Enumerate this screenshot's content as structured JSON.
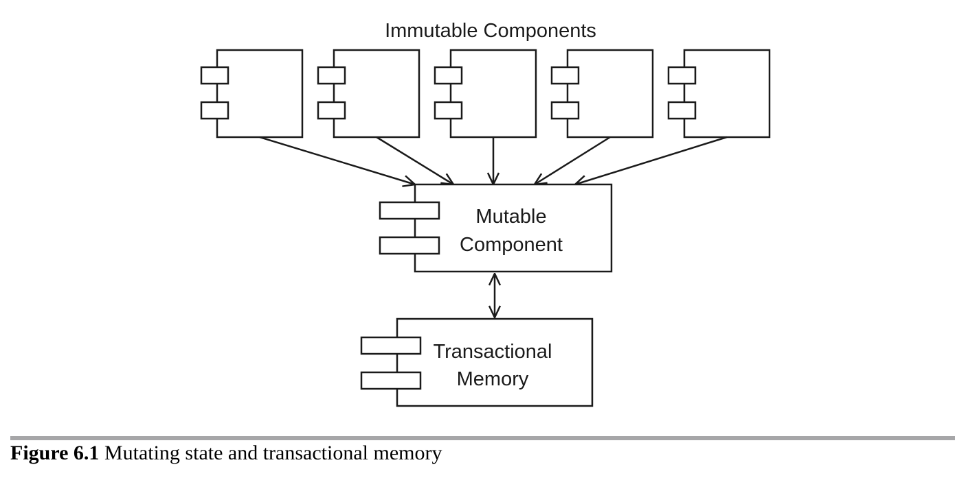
{
  "diagram": {
    "title": "Immutable Components",
    "immutable_components": [
      {
        "id": "immutable-1"
      },
      {
        "id": "immutable-2"
      },
      {
        "id": "immutable-3"
      },
      {
        "id": "immutable-4"
      },
      {
        "id": "immutable-5"
      }
    ],
    "mutable_component": {
      "line1": "Mutable",
      "line2": "Component"
    },
    "transactional_memory": {
      "line1": "Transactional",
      "line2": "Memory"
    },
    "edges": [
      {
        "from": "immutable-1",
        "to": "mutable",
        "type": "arrow"
      },
      {
        "from": "immutable-2",
        "to": "mutable",
        "type": "arrow"
      },
      {
        "from": "immutable-3",
        "to": "mutable",
        "type": "arrow"
      },
      {
        "from": "immutable-4",
        "to": "mutable",
        "type": "arrow"
      },
      {
        "from": "immutable-5",
        "to": "mutable",
        "type": "arrow"
      },
      {
        "from": "mutable",
        "to": "transactional",
        "type": "bidirectional"
      }
    ],
    "colors": {
      "stroke": "#1a1a1a",
      "rule": "#a6a6a8"
    }
  },
  "caption": {
    "label": "Figure 6.1",
    "text": " Mutating state and transactional memory"
  }
}
